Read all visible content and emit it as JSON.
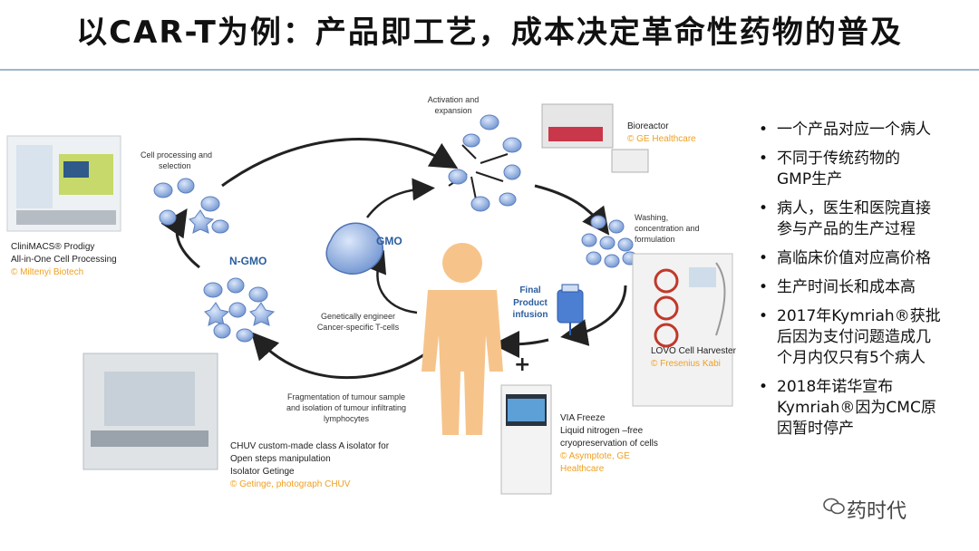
{
  "title": "以CAR-T为例：产品即工艺，成本决定革命性药物的普及",
  "diagram": {
    "activation": [
      "Activation and",
      "expansion"
    ],
    "cell_processing": [
      "Cell processing and",
      "selection"
    ],
    "washing": [
      "Washing,",
      "concentration and",
      "formulation"
    ],
    "gmo": "GMO",
    "ngmo": "N-GMO",
    "engineer": [
      "Genetically engineer",
      "Cancer-specific T-cells"
    ],
    "final_infusion": [
      "Final",
      "Product",
      "infusion"
    ],
    "fragmentation": [
      "Fragmentation of tumour sample",
      "and isolation of tumour infiltrating",
      "lymphocytes"
    ],
    "plus": "+"
  },
  "devices": {
    "clinimacs": {
      "line1": "CliniMACS® Prodigy",
      "line2": "All-in-One Cell Processing",
      "copyright": "© Miltenyi Biotech"
    },
    "bioreactor": {
      "line1": "Bioreactor",
      "copyright": "© GE Healthcare"
    },
    "lovo": {
      "line1": "LOVO Cell Harvester",
      "copyright": "© Fresenius Kabi"
    },
    "chuv": {
      "line1": "CHUV custom-made class A isolator for",
      "line2": "Open steps manipulation",
      "line3": "Isolator Getinge",
      "copyright": "© Getinge, photograph CHUV"
    },
    "via": {
      "line1": "VIA Freeze",
      "line2": "Liquid nitrogen –free",
      "line3": "cryopreservation of cells",
      "copyright1": "© Asymptote, GE",
      "copyright2": "Healthcare"
    }
  },
  "bullets": [
    [
      "一个产品对应一个病人"
    ],
    [
      "不同于传统药物的",
      "GMP生产"
    ],
    [
      "病人，医生和医院直接",
      "参与产品的生产过程"
    ],
    [
      "高临床价值对应高价格"
    ],
    [
      "生产时间长和成本高"
    ],
    [
      "2017年Kymriah®获批",
      "后因为支付问题造成几",
      "个月内仅只有5个病人"
    ],
    [
      "2018年诺华宣布",
      "Kymriah®因为CMC原",
      "因暂时停产"
    ]
  ],
  "bullet_symbol": "•",
  "watermark": "药时代",
  "colors": {
    "accent": "#f0a020",
    "cell_blue": "#7f9fd6",
    "person": "#f6c48a",
    "rule": "#9fb6cc"
  }
}
